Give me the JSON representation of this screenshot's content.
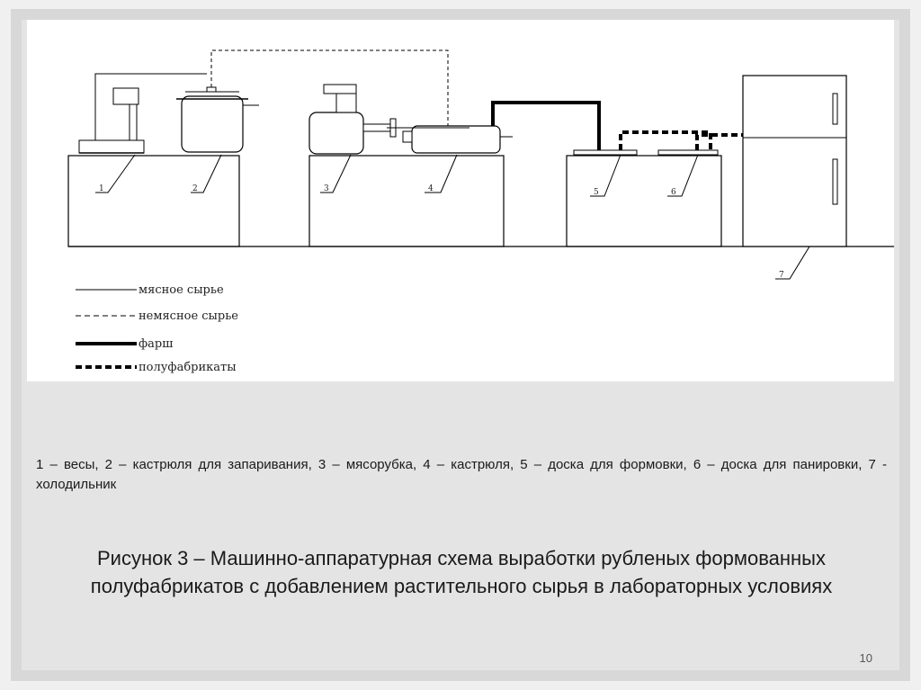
{
  "diagram": {
    "numbers": [
      "1",
      "2",
      "3",
      "4",
      "5",
      "6",
      "7"
    ],
    "legend": [
      {
        "label": "мясное сырье",
        "style": "thin-solid"
      },
      {
        "label": "немясное сырье",
        "style": "thin-dashed"
      },
      {
        "label": "фарш",
        "style": "thick-solid"
      },
      {
        "label": "полуфабрикаты",
        "style": "thick-dashed"
      }
    ],
    "line_color": "#000000"
  },
  "caption": {
    "items": "1 – весы, 2 – кастрюля для запаривания, 3 – мясорубка, 4 – кастрюля, 5 – доска для формовки, 6 – доска для панировки, 7 - холодильник"
  },
  "figure_title": "Рисунок 3 – Машинно-аппаратурная схема выработки рубленых формованных полуфабрикатов с добавлением растительного сырья в лабораторных условиях",
  "page_number": "10"
}
